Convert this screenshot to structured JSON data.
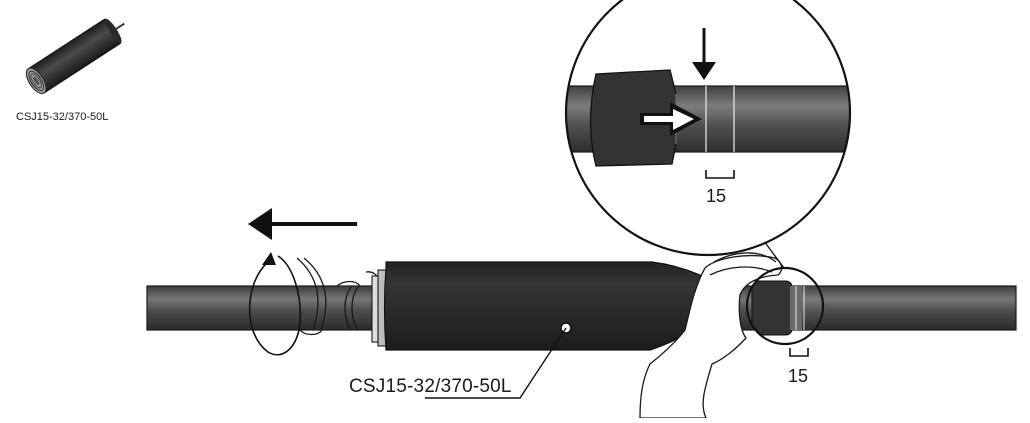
{
  "product_thumbnail": {
    "label": "CSJ15-32/370-50L"
  },
  "main_illustration": {
    "callout_label": "CSJ15-32/370-50L",
    "measure_label": "15"
  },
  "detail_inset": {
    "measure_label": "15"
  },
  "colors": {
    "cable": "#444444",
    "cable_highlight": "#6e6e6e",
    "sleeve": "#2b2b2b",
    "outline": "#1a1a1a",
    "background": "#ffffff"
  },
  "icons": [
    "left-arrow-icon",
    "rotate-arrow-icon",
    "down-arrow-icon",
    "right-arrow-icon"
  ]
}
